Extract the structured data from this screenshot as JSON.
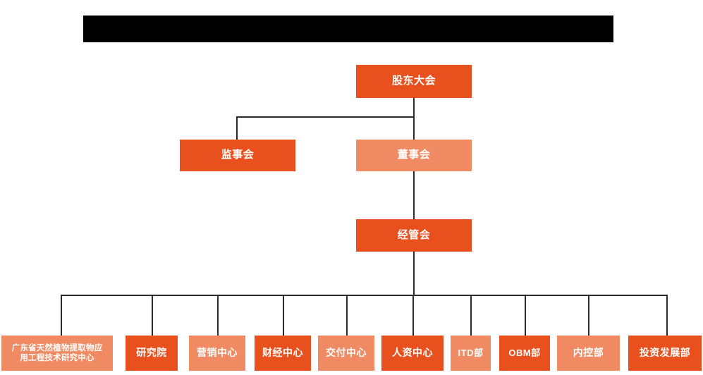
{
  "diagram": {
    "type": "org-chart",
    "title_bar": {
      "name": "redaction-bar",
      "text": "",
      "color": "#000000"
    },
    "colors": {
      "dark_orange": "#E8501E",
      "light_orange": "#F08A63",
      "connector": "#2b2b2b",
      "background": "#ffffff",
      "text": "#ffffff"
    },
    "levels": [
      {
        "level": 1,
        "nodes": [
          {
            "id": "shareholders",
            "label": "股东大会",
            "fill": "dark"
          }
        ]
      },
      {
        "level": 2,
        "nodes": [
          {
            "id": "supervisors",
            "label": "监事会",
            "fill": "dark"
          },
          {
            "id": "directors",
            "label": "董事会",
            "fill": "light"
          }
        ]
      },
      {
        "level": 3,
        "nodes": [
          {
            "id": "management",
            "label": "经管会",
            "fill": "dark"
          }
        ]
      },
      {
        "level": 4,
        "nodes": [
          {
            "id": "eng-research-center",
            "label": "广东省天然植物提取物应用工程技术研究中心",
            "label_line1": "广东省天然植物提取物应",
            "label_line2": "用工程技术研究中心",
            "fill": "light"
          },
          {
            "id": "research-institute",
            "label": "研究院",
            "fill": "dark"
          },
          {
            "id": "marketing-center",
            "label": "营销中心",
            "fill": "light"
          },
          {
            "id": "finance-center",
            "label": "财经中心",
            "fill": "dark"
          },
          {
            "id": "delivery-center",
            "label": "交付中心",
            "fill": "light"
          },
          {
            "id": "hr-center",
            "label": "人资中心",
            "fill": "dark"
          },
          {
            "id": "itd-dept",
            "label": "ITD部",
            "fill": "light"
          },
          {
            "id": "obm-dept",
            "label": "OBM部",
            "fill": "dark"
          },
          {
            "id": "internal-control-dept",
            "label": "内控部",
            "fill": "light"
          },
          {
            "id": "investment-development-dept",
            "label": "投资发展部",
            "fill": "dark"
          }
        ]
      }
    ]
  }
}
